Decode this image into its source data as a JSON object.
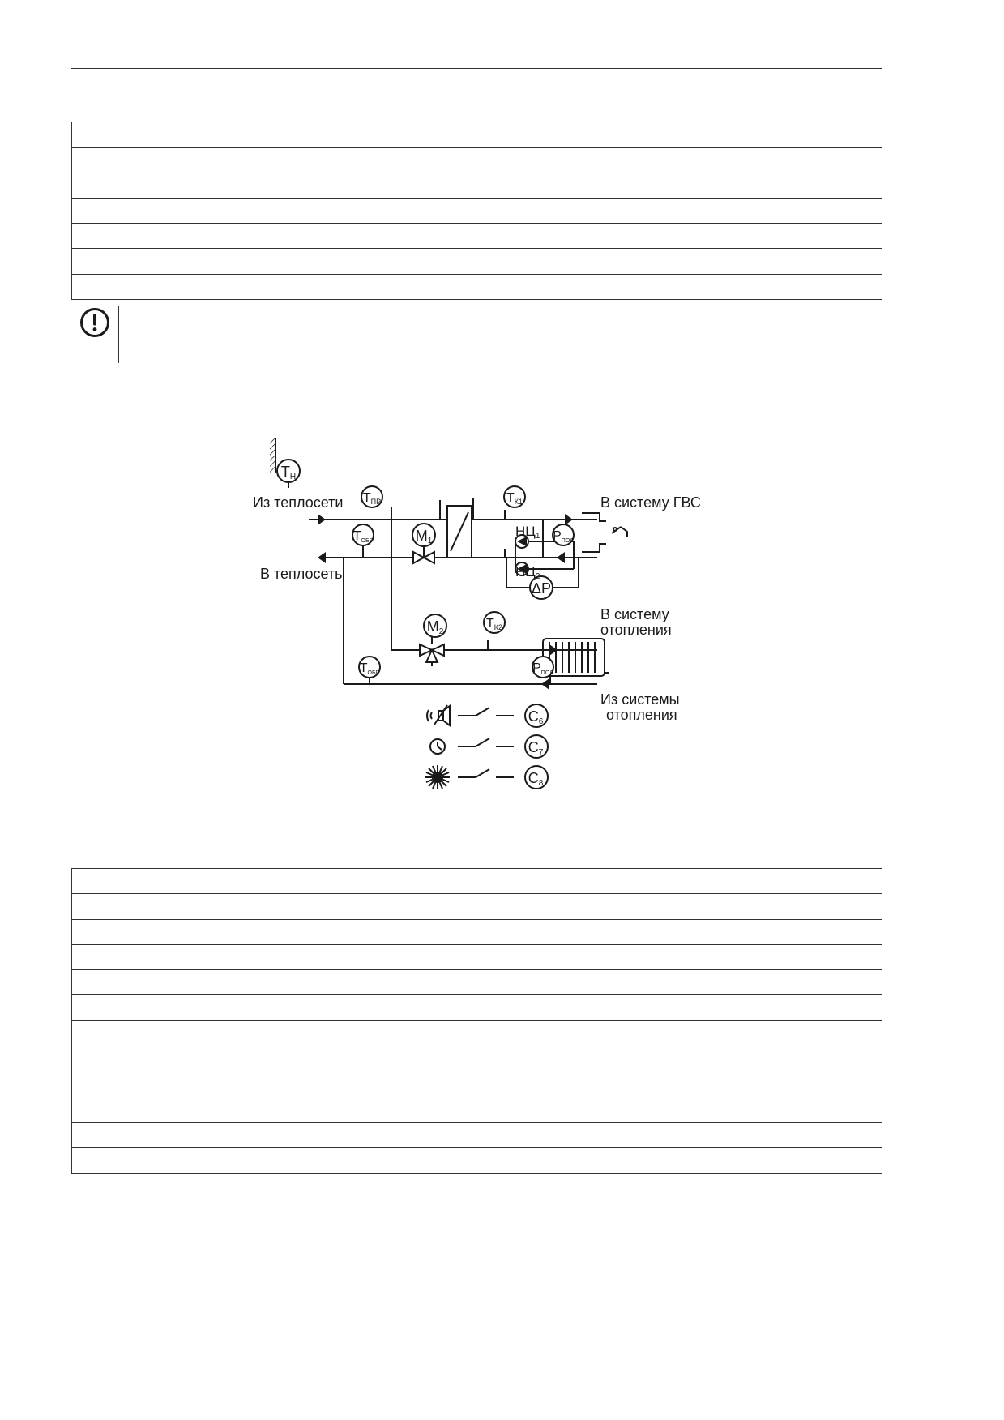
{
  "warning_icon": "exclamation-circle-icon",
  "table1": {
    "rows": [
      [
        "",
        ""
      ],
      [
        "",
        ""
      ],
      [
        "",
        ""
      ],
      [
        "",
        ""
      ],
      [
        "",
        ""
      ],
      [
        "",
        ""
      ],
      [
        "",
        ""
      ]
    ]
  },
  "table2": {
    "rows": [
      [
        "",
        ""
      ],
      [
        "",
        ""
      ],
      [
        "",
        ""
      ],
      [
        "",
        ""
      ],
      [
        "",
        ""
      ],
      [
        "",
        ""
      ],
      [
        "",
        ""
      ],
      [
        "",
        ""
      ],
      [
        "",
        ""
      ],
      [
        "",
        ""
      ],
      [
        "",
        ""
      ],
      [
        "",
        ""
      ]
    ]
  },
  "diagram": {
    "labels": {
      "from_network": "Из теплосети",
      "to_network": "В теплосеть",
      "to_dhw": "В систему ГВС",
      "to_heating_1": "В систему",
      "to_heating_2": "отопления",
      "from_heating_1": "Из системы",
      "from_heating_2": "отопления"
    },
    "sensors": {
      "tn": {
        "main": "T",
        "sub": "Н"
      },
      "tpr": {
        "main": "T",
        "sub": "ПР"
      },
      "tobr1": {
        "main": "T",
        "sub": "ОБР"
      },
      "m1": {
        "main": "M",
        "sub": "1"
      },
      "tk1": {
        "main": "T",
        "sub": "К1"
      },
      "ppod1": {
        "main": "P",
        "sub": "ПОД"
      },
      "dp": {
        "main": "ΔP",
        "sub": ""
      },
      "m2": {
        "main": "M",
        "sub": "2"
      },
      "tk2": {
        "main": "T",
        "sub": "К2"
      },
      "tobr2": {
        "main": "T",
        "sub": "ОБР"
      },
      "ppod2": {
        "main": "P",
        "sub": "ПОД"
      },
      "c6": {
        "main": "C",
        "sub": "6"
      },
      "c7": {
        "main": "C",
        "sub": "7"
      },
      "c8": {
        "main": "C",
        "sub": "8"
      }
    },
    "pumps": {
      "nc1": {
        "main": "НЦ",
        "sub": "1"
      },
      "nc2": {
        "main": "НЦ",
        "sub": "2"
      }
    },
    "icons": [
      "speaker-mute-icon",
      "clock-icon",
      "sun-icon",
      "faucet-icon",
      "radiator-icon",
      "wall-hatch-icon",
      "heat-exchanger-icon"
    ]
  }
}
